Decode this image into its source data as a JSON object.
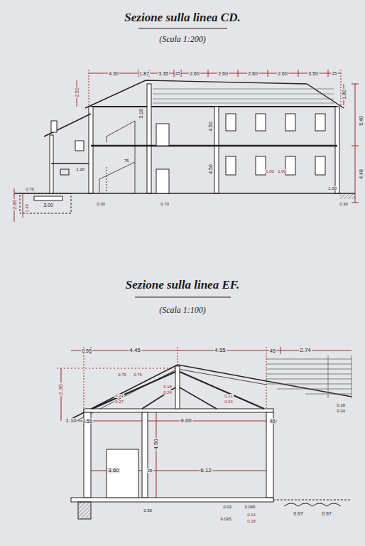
{
  "diagram": {
    "labels": [
      "Sezione sulla linea CD.",
      "(Scala 1:200)",
      "4.30",
      "1.87",
      "3.35",
      "25",
      "2.60",
      "2.60",
      "2.60",
      "2.60",
      "3.50",
      "25",
      "2.50",
      "1.80",
      "5.40",
      "4.50",
      "4.50",
      "4.48",
      "3.18",
      "2.86",
      "1.48",
      "0.70",
      "3.00",
      "0.30",
      "0.70",
      "1.00",
      "0.30",
      "1.20",
      "75",
      "1.00",
      "1.00",
      "Sezione sulla linea EF.",
      "(Scala 1:100)",
      "0.55",
      "4.45",
      "4.55",
      "45",
      "2.74",
      "2.30",
      "0.75",
      "0.75",
      "0.18",
      "0.24",
      "0.24",
      "0.27",
      "0.21",
      "0.24",
      "0.18",
      "0.24",
      "1.10",
      "0.55",
      "9.00",
      "45",
      "4.50",
      "3.60",
      "25",
      "6.12",
      "0.30",
      "0.03",
      "0.045",
      "0.035",
      "0.14",
      "0.18",
      "0.97",
      "0.97"
    ]
  }
}
